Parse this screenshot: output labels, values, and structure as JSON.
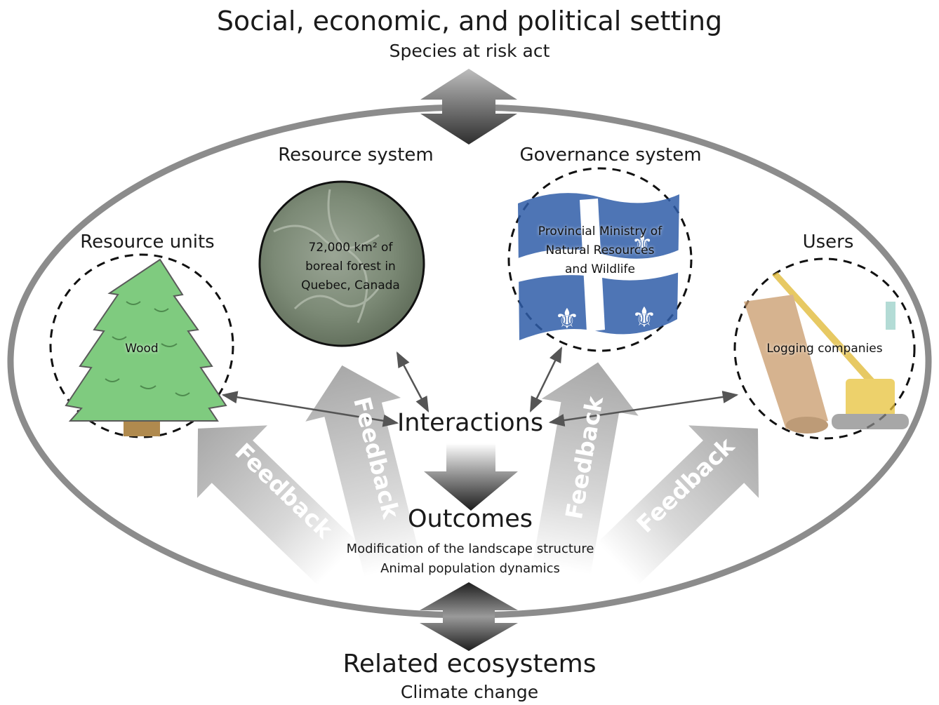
{
  "top": {
    "title": "Social, economic, and political setting",
    "subtitle": "Species at risk act"
  },
  "bottom": {
    "title": "Related ecosystems",
    "subtitle": "Climate change"
  },
  "resource_units": {
    "heading": "Resource units",
    "label": "Wood"
  },
  "resource_system": {
    "heading": "Resource system",
    "label": "72,000 km² of boreal forest in Quebec, Canada"
  },
  "governance_system": {
    "heading": "Governance system",
    "label": "Provincial Ministry of Natural Resources and Wildlife"
  },
  "users": {
    "heading": "Users",
    "label": "Logging companies"
  },
  "center": {
    "interactions": "Interactions",
    "outcomes": "Outcomes",
    "outcome_1": "Modification of the landscape structure",
    "outcome_2": "Animal population dynamics"
  },
  "feedback_label": "Feedback",
  "colors": {
    "ellipse": "#8c8c8c",
    "arrow_dark": "#3a3a3a",
    "arrow_light": "#b5b5b5",
    "tree": "#7fcb7f",
    "forest": "#7e8d78",
    "flag_blue": "#2f5da8"
  }
}
